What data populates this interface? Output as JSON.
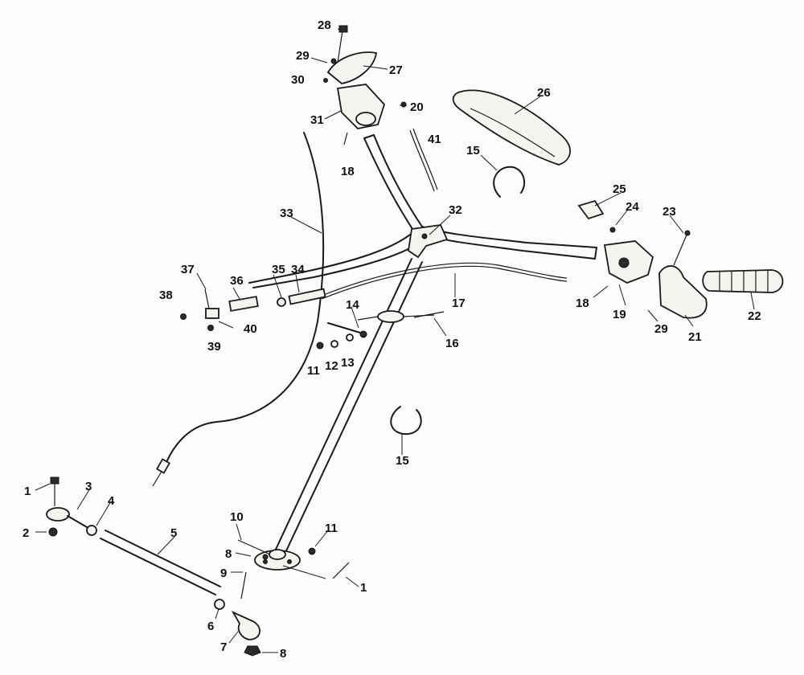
{
  "callouts": [
    {
      "id": "c28",
      "text": "28"
    },
    {
      "id": "c29a",
      "text": "29"
    },
    {
      "id": "c27",
      "text": "27"
    },
    {
      "id": "c30",
      "text": "30"
    },
    {
      "id": "c20",
      "text": "20"
    },
    {
      "id": "c31",
      "text": "31"
    },
    {
      "id": "c18a",
      "text": "18"
    },
    {
      "id": "c26",
      "text": "26"
    },
    {
      "id": "c41",
      "text": "41"
    },
    {
      "id": "c15a",
      "text": "15"
    },
    {
      "id": "c33",
      "text": "33"
    },
    {
      "id": "c32",
      "text": "32"
    },
    {
      "id": "c25",
      "text": "25"
    },
    {
      "id": "c24",
      "text": "24"
    },
    {
      "id": "c23",
      "text": "23"
    },
    {
      "id": "c37",
      "text": "37"
    },
    {
      "id": "c36",
      "text": "36"
    },
    {
      "id": "c35",
      "text": "35"
    },
    {
      "id": "c34",
      "text": "34"
    },
    {
      "id": "c38",
      "text": "38"
    },
    {
      "id": "c40",
      "text": "40"
    },
    {
      "id": "c39",
      "text": "39"
    },
    {
      "id": "c14",
      "text": "14"
    },
    {
      "id": "c17",
      "text": "17"
    },
    {
      "id": "c16",
      "text": "16"
    },
    {
      "id": "c11a",
      "text": "11"
    },
    {
      "id": "c12",
      "text": "12"
    },
    {
      "id": "c13",
      "text": "13"
    },
    {
      "id": "c18b",
      "text": "18"
    },
    {
      "id": "c19",
      "text": "19"
    },
    {
      "id": "c29b",
      "text": "29"
    },
    {
      "id": "c21",
      "text": "21"
    },
    {
      "id": "c22",
      "text": "22"
    },
    {
      "id": "c15b",
      "text": "15"
    },
    {
      "id": "c1a",
      "text": "1"
    },
    {
      "id": "c3",
      "text": "3"
    },
    {
      "id": "c4",
      "text": "4"
    },
    {
      "id": "c2",
      "text": "2"
    },
    {
      "id": "c5",
      "text": "5"
    },
    {
      "id": "c10",
      "text": "10"
    },
    {
      "id": "c11b",
      "text": "11"
    },
    {
      "id": "c8a",
      "text": "8"
    },
    {
      "id": "c9",
      "text": "9"
    },
    {
      "id": "c1b",
      "text": "1"
    },
    {
      "id": "c6",
      "text": "6"
    },
    {
      "id": "c7",
      "text": "7"
    },
    {
      "id": "c8b",
      "text": "8"
    }
  ]
}
